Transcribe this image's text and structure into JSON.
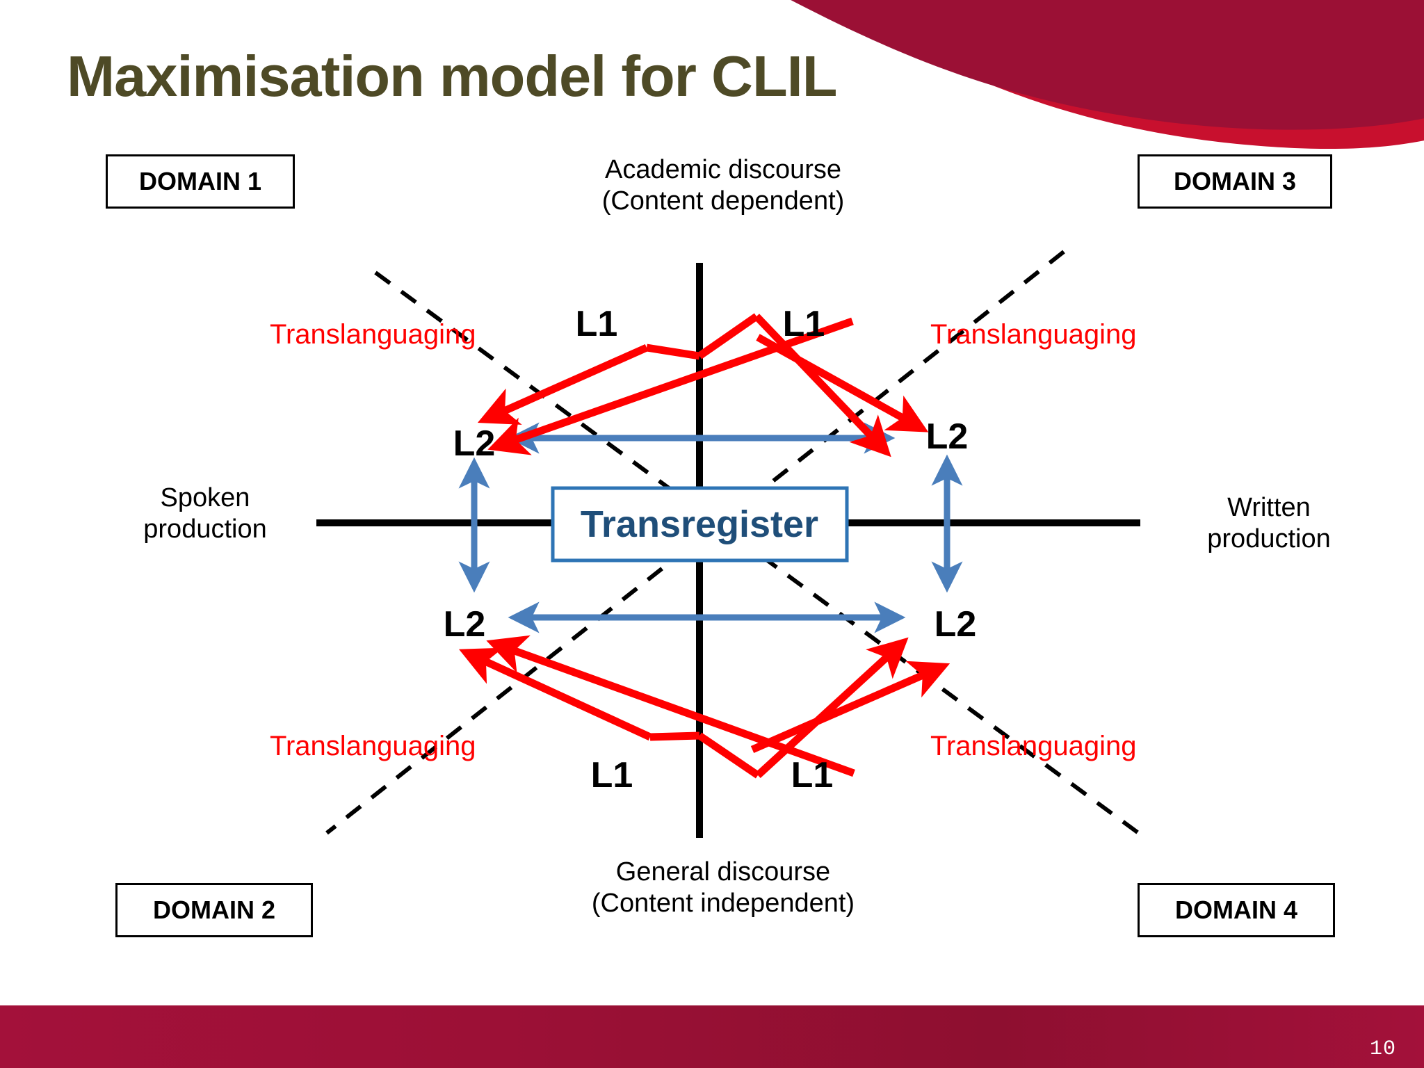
{
  "slide": {
    "title": "Maximisation model for CLIL",
    "page_number": "10",
    "title_color": "#4E4A26",
    "banner_color_dark": "#9B1035",
    "banner_color_bright": "#C8102E",
    "footer_color": "#A3113A",
    "background": "#FFFFFF"
  },
  "domains": [
    {
      "id": "domain-1",
      "label": "DOMAIN 1"
    },
    {
      "id": "domain-2",
      "label": "DOMAIN 2"
    },
    {
      "id": "domain-3",
      "label": "DOMAIN 3"
    },
    {
      "id": "domain-4",
      "label": "DOMAIN 4"
    }
  ],
  "axes": {
    "top": "Academic discourse\n(Content dependent)",
    "bottom": "General discourse\n(Content independent)",
    "left": "Spoken\nproduction",
    "right": "Written\nproduction",
    "axis_color": "#000000",
    "diagonal_style": "dashed"
  },
  "center": {
    "label": "Transregister",
    "text_color": "#1F4E79",
    "border_color": "#2E74B5",
    "fill_color": "#FFFFFF"
  },
  "nodes": [
    {
      "id": "l1-top-left",
      "label": "L1",
      "quadrant": "top-left"
    },
    {
      "id": "l1-top-right",
      "label": "L1",
      "quadrant": "top-right"
    },
    {
      "id": "l2-upper-left",
      "label": "L2",
      "quadrant": "top-left"
    },
    {
      "id": "l2-upper-right",
      "label": "L2",
      "quadrant": "top-right"
    },
    {
      "id": "l2-lower-left",
      "label": "L2",
      "quadrant": "bottom-left"
    },
    {
      "id": "l2-lower-right",
      "label": "L2",
      "quadrant": "bottom-right"
    },
    {
      "id": "l1-bottom-left",
      "label": "L1",
      "quadrant": "bottom-left"
    },
    {
      "id": "l1-bottom-right",
      "label": "L1",
      "quadrant": "bottom-right"
    }
  ],
  "translanguaging": [
    {
      "id": "translang-top-left",
      "label": "Translanguaging",
      "color": "#FF0000"
    },
    {
      "id": "translang-top-right",
      "label": "Translanguaging",
      "color": "#FF0000"
    },
    {
      "id": "translang-bottom-left",
      "label": "Translanguaging",
      "color": "#FF0000"
    },
    {
      "id": "translang-bottom-right",
      "label": "Translanguaging",
      "color": "#FF0000"
    }
  ],
  "connectors": {
    "red_arrow_color": "#FF0000",
    "blue_arrow_color": "#4A7EBB",
    "red_arrow_count": 8,
    "blue_arrow_count": 6
  }
}
